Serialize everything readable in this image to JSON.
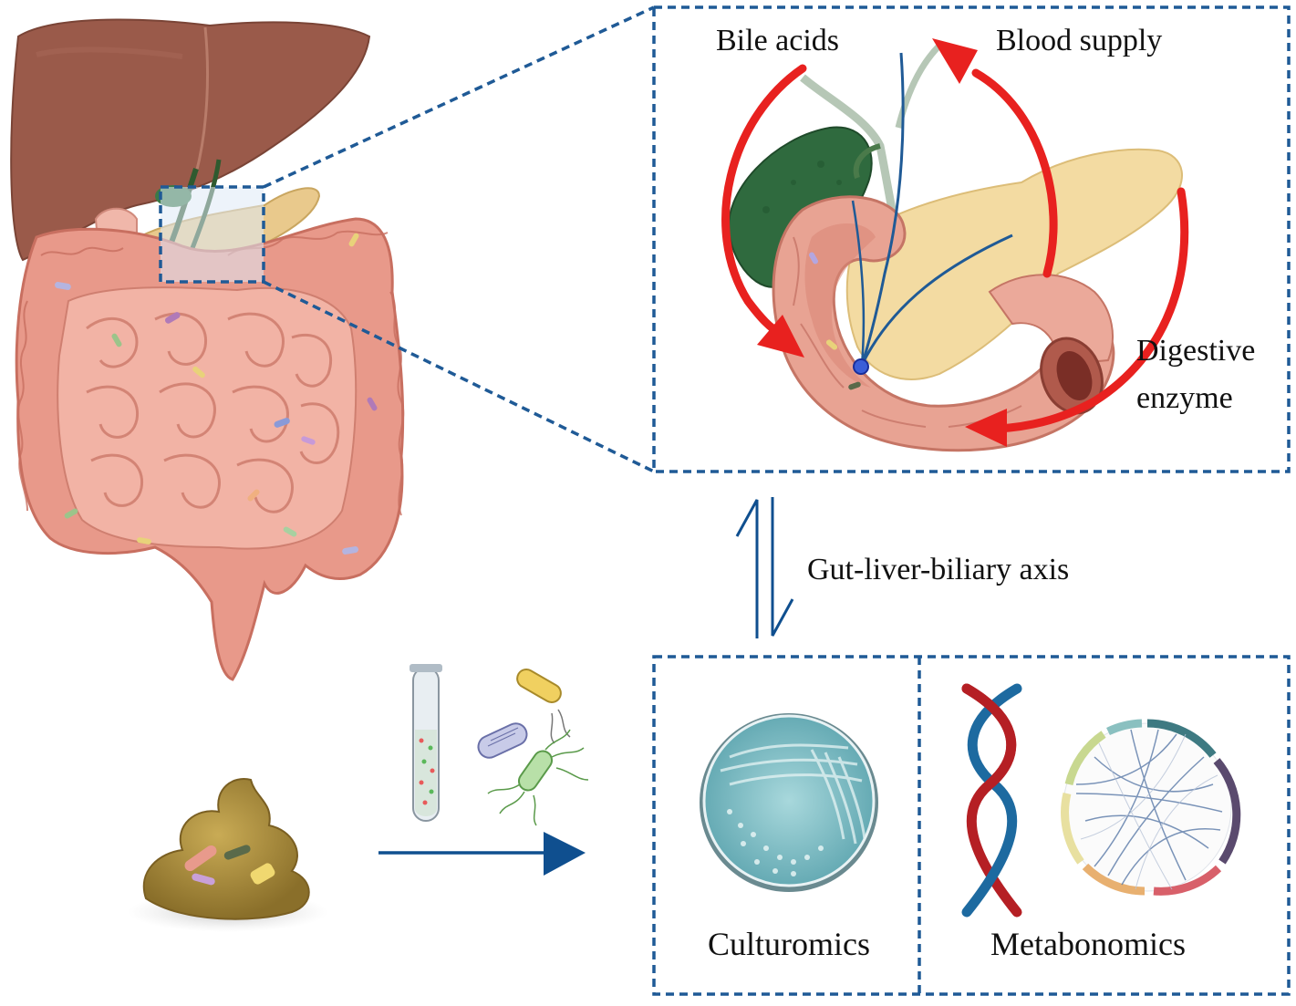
{
  "labels": {
    "bile_acids": "Bile acids",
    "blood_supply": "Blood supply",
    "digestive_line1": "Digestive",
    "digestive_line2": "enzyme",
    "axis": "Gut-liver-biliary axis",
    "culturomics": "Culturomics",
    "metabonomics": "Metabonomics"
  },
  "colors": {
    "frame_blue": "#1f5a96",
    "arrow_blue": "#0f4f8f",
    "flow_red": "#e8211f",
    "liver": "#9a5a4a",
    "intestine": "#e89a8c",
    "intestine_dark": "#c56a5c",
    "pancreas": "#f1d79c",
    "gallbladder": "#2f6a3e",
    "stool": "#a88a3a",
    "petri": "#7fc0c8",
    "dna_red": "#b51f24",
    "dna_blue": "#1d6aa0"
  },
  "icons": [
    "liver-icon",
    "intestine-icon",
    "gallbladder-icon",
    "pancreas-icon",
    "duodenum-icon",
    "stool-icon",
    "test-tube-icon",
    "bacteria-icon",
    "petri-dish-icon",
    "dna-helix-icon",
    "chord-diagram-icon"
  ]
}
